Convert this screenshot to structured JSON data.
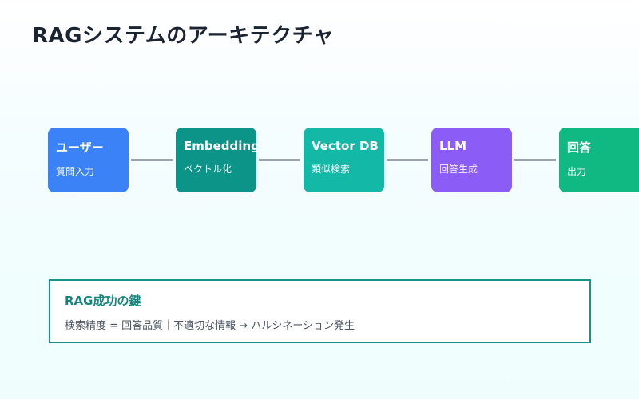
{
  "title": "RAGシステムのアーキテクチャ",
  "nodes": [
    {
      "name": "ユーザー",
      "sub": "質問入力",
      "color": "#3b82f6"
    },
    {
      "name": "Embedding",
      "sub": "ベクトル化",
      "color": "#0d9488"
    },
    {
      "name": "Vector DB",
      "sub": "類似検索",
      "color": "#14b8a6"
    },
    {
      "name": "LLM",
      "sub": "回答生成",
      "color": "#8b5cf6"
    },
    {
      "name": "回答",
      "sub": "出力",
      "color": "#10b981"
    }
  ],
  "connector_color": "#9ca3af",
  "key_box": {
    "title": "RAG成功の鍵",
    "text": "検索精度 = 回答品質｜不適切な情報 → ハルシネーション発生",
    "border_color": "#14938a"
  }
}
